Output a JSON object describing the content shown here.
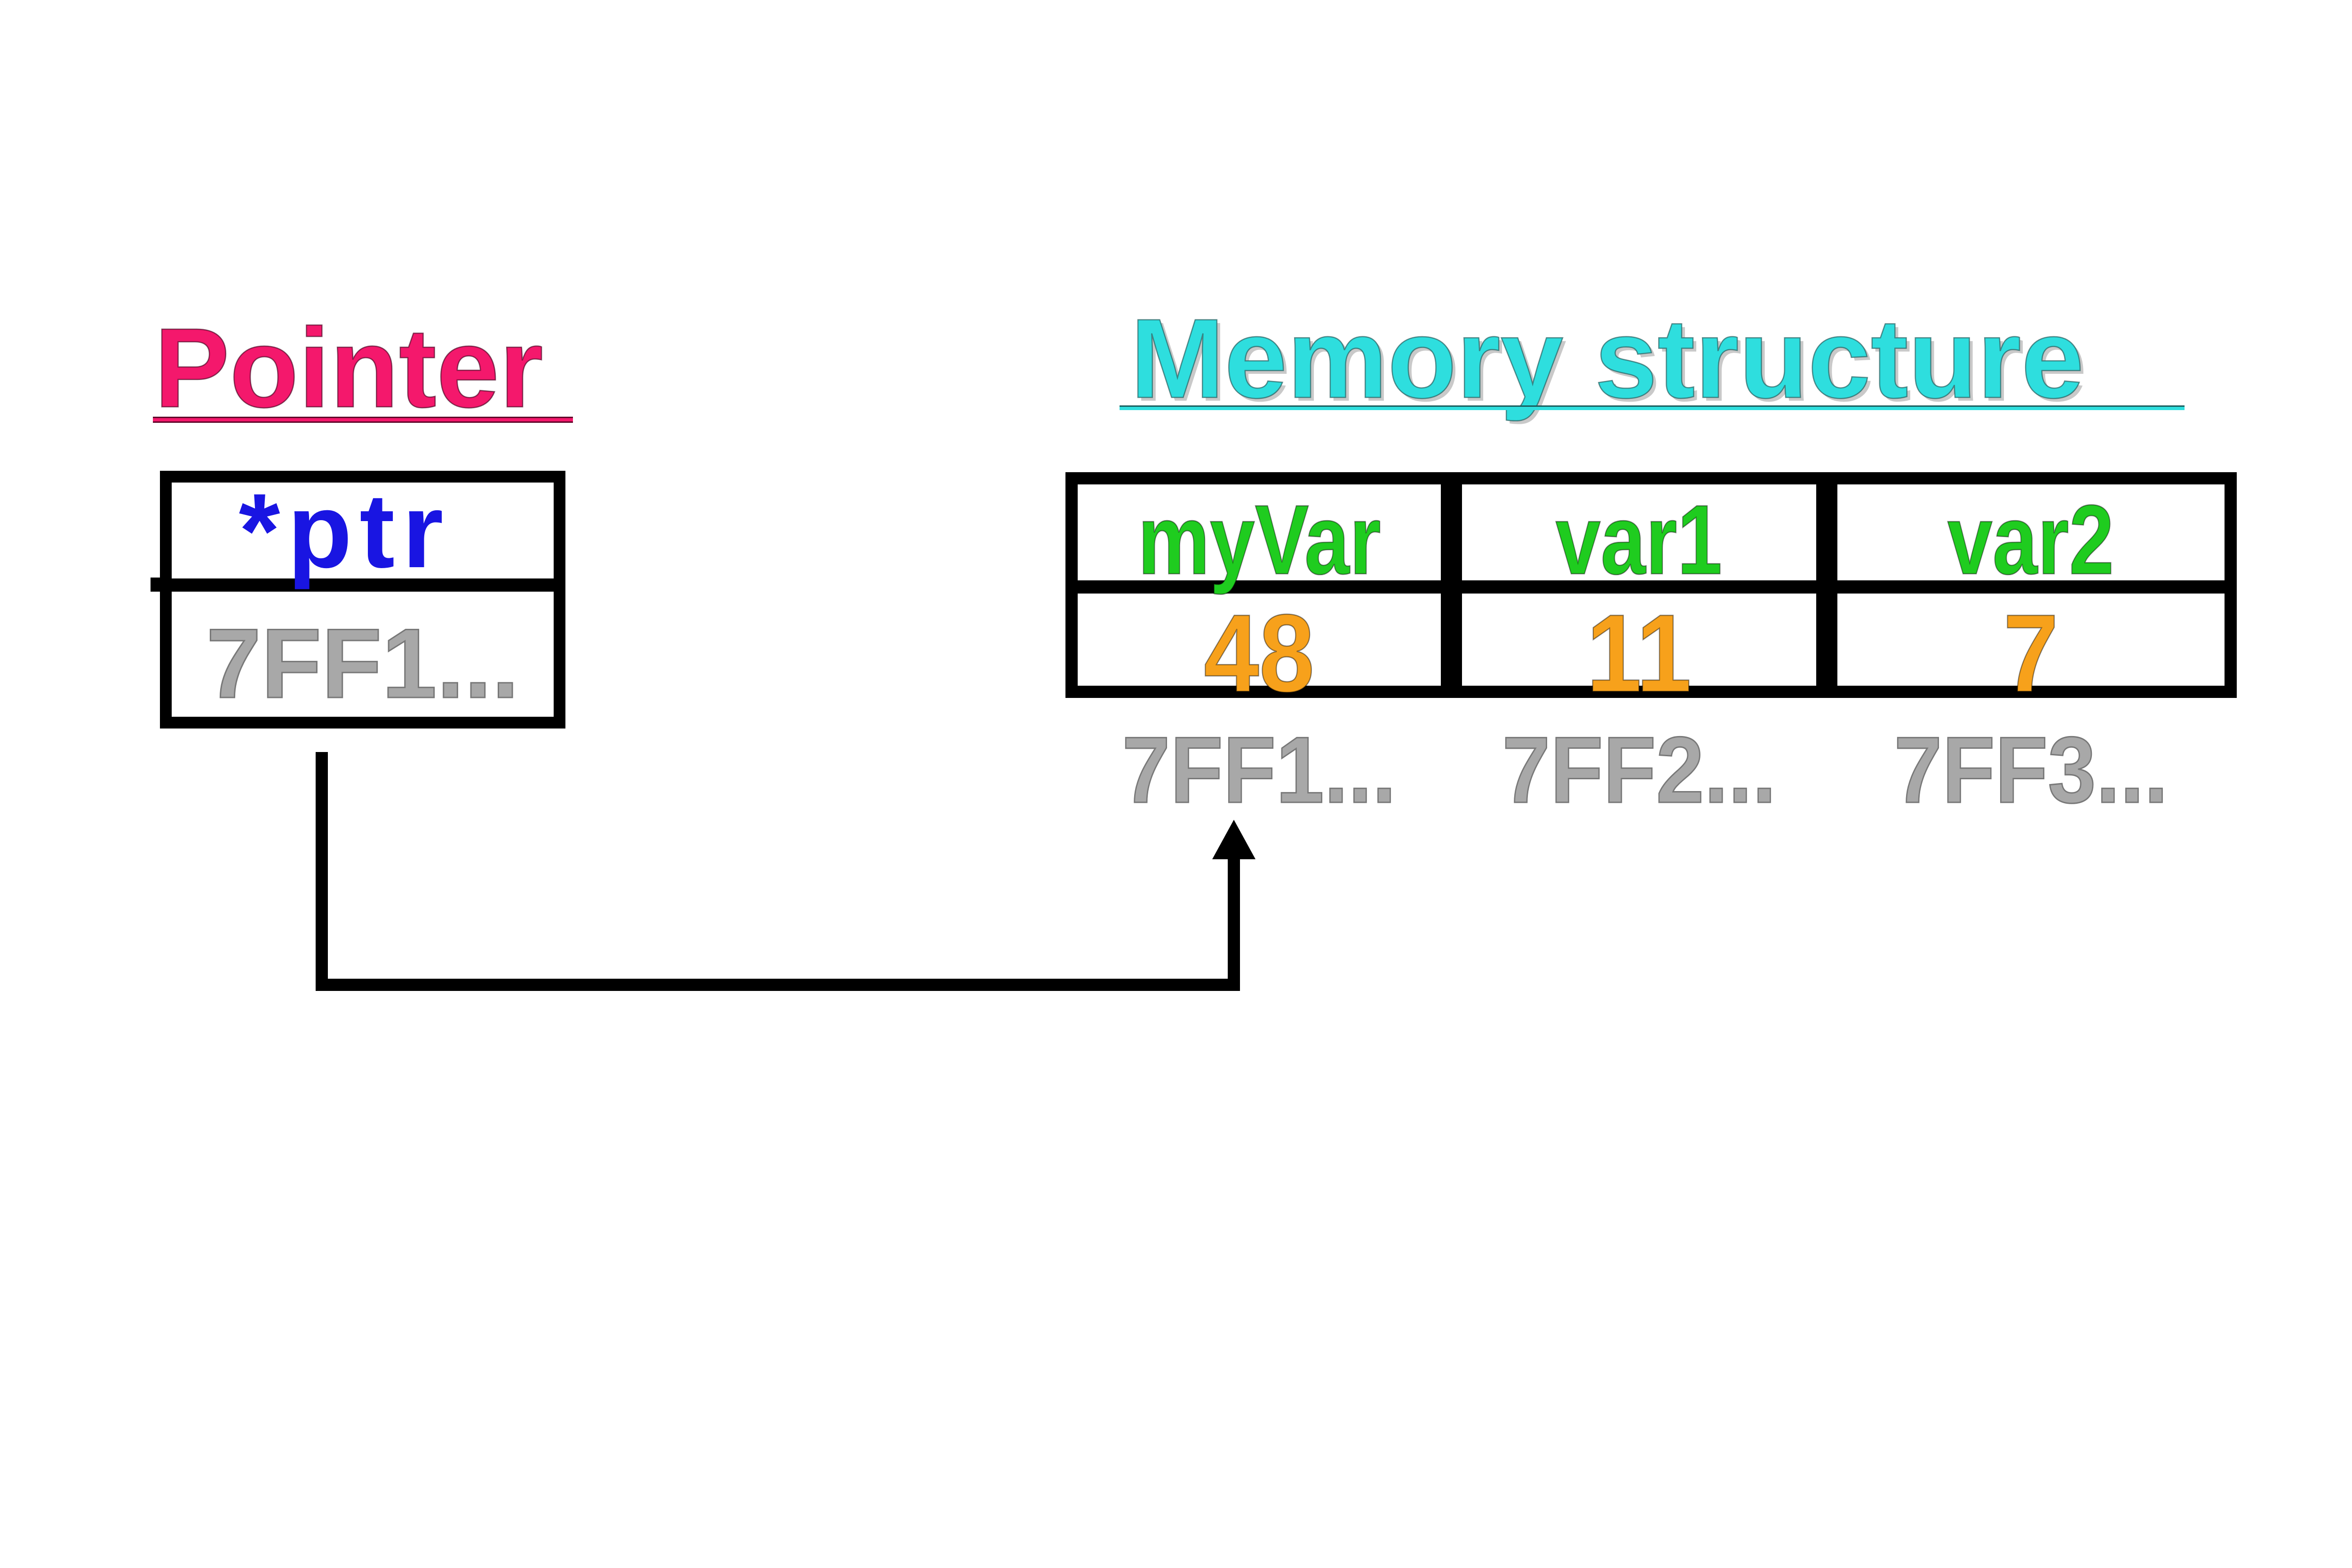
{
  "pointer": {
    "title": "Pointer",
    "variable": "*ptr",
    "address": "7FF1..."
  },
  "memory": {
    "title": "Memory structure",
    "columns": [
      {
        "name": "myVar",
        "value": "48",
        "address": "7FF1..."
      },
      {
        "name": "var1",
        "value": "11",
        "address": "7FF2..."
      },
      {
        "name": "var2",
        "value": "7",
        "address": "7FF3..."
      }
    ]
  },
  "colors": {
    "title_pink": "#F4186C",
    "pointer_blue": "#1915E2",
    "title_cyan": "#2EDEDE",
    "name_green": "#1FCC1F",
    "value_orange": "#F7A11B",
    "address_gray": "#A8A8A8",
    "line_black": "#000000",
    "background": "#FFFFFF"
  }
}
